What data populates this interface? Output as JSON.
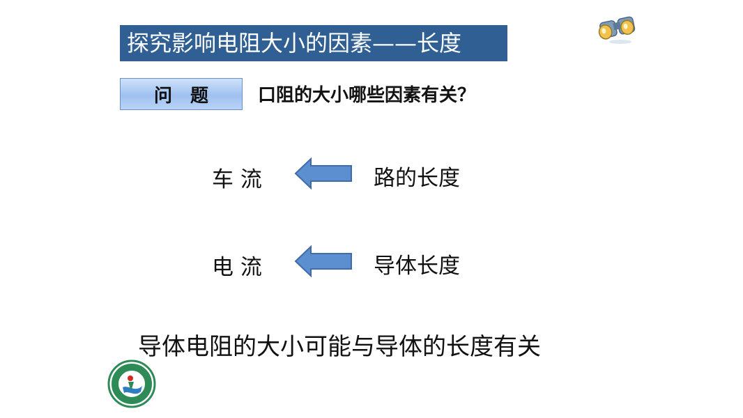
{
  "title": "探究影响电阻大小的因素——长度",
  "question": {
    "label": "问题",
    "text": "口阻的大小哪些因素有关？"
  },
  "analogy": [
    {
      "left": "车  流",
      "right": "路的长度"
    },
    {
      "left": "电  流",
      "right": "导体长度"
    }
  ],
  "conclusion": "导体电阻的大小可能与导体的长度有关",
  "colors": {
    "title_bg": "#2f5f93",
    "arrow_fill": "#5b8fd0",
    "arrow_stroke": "#3f6ba7",
    "question_box": "#b9d3f6"
  },
  "icons": {
    "top_right": "binoculars-icon",
    "bottom_left": "school-logo"
  }
}
